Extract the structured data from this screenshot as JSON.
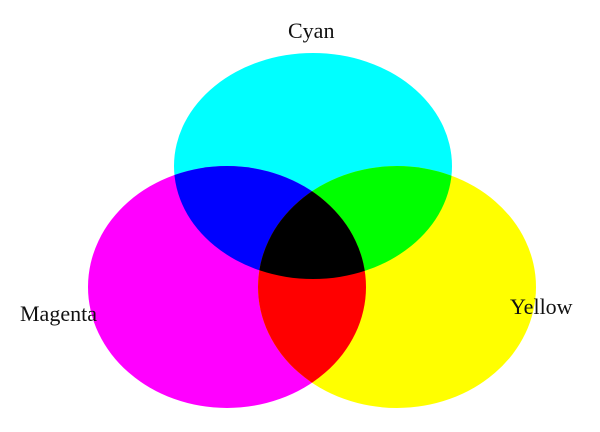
{
  "diagram": {
    "type": "subtractive-color-venn",
    "circles": [
      {
        "label": "Cyan",
        "color": "#00FFFF"
      },
      {
        "label": "Magenta",
        "color": "#FF00FF"
      },
      {
        "label": "Yellow",
        "color": "#FFFF00"
      }
    ],
    "overlaps": {
      "cyan_magenta": "#0000FF",
      "cyan_yellow": "#00FF00",
      "magenta_yellow": "#FF0000",
      "all": "#000000"
    }
  }
}
